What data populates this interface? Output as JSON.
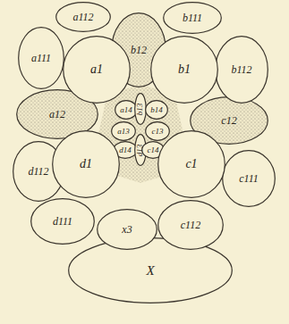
{
  "diagram": {
    "nodes": [
      {
        "text": [
          "a112"
        ]
      },
      {
        "text": [
          "b111"
        ]
      },
      {
        "text": [
          "a111"
        ]
      },
      {
        "text": [
          "a1"
        ]
      },
      {
        "text": [
          "b12"
        ]
      },
      {
        "text": [
          "b1"
        ]
      },
      {
        "text": [
          "b112"
        ]
      },
      {
        "text": [
          "a14"
        ]
      },
      {
        "text": [
          "b13"
        ]
      },
      {
        "text": [
          "b14"
        ]
      },
      {
        "text": [
          "a12"
        ]
      },
      {
        "text": [
          "a13"
        ]
      },
      {
        "text": [
          "c13"
        ]
      },
      {
        "text": [
          "c12"
        ]
      },
      {
        "text": [
          "d14"
        ]
      },
      {
        "text": [
          "d13"
        ]
      },
      {
        "text": [
          "c14"
        ]
      },
      {
        "text": [
          "d112"
        ]
      },
      {
        "text": [
          "d1"
        ]
      },
      {
        "text": [
          "c1"
        ]
      },
      {
        "text": [
          "c111"
        ]
      },
      {
        "text": [
          "d111"
        ]
      },
      {
        "text": [
          "x3"
        ]
      },
      {
        "text": [
          "c112"
        ]
      },
      {
        "text": [
          "X"
        ]
      }
    ]
  }
}
